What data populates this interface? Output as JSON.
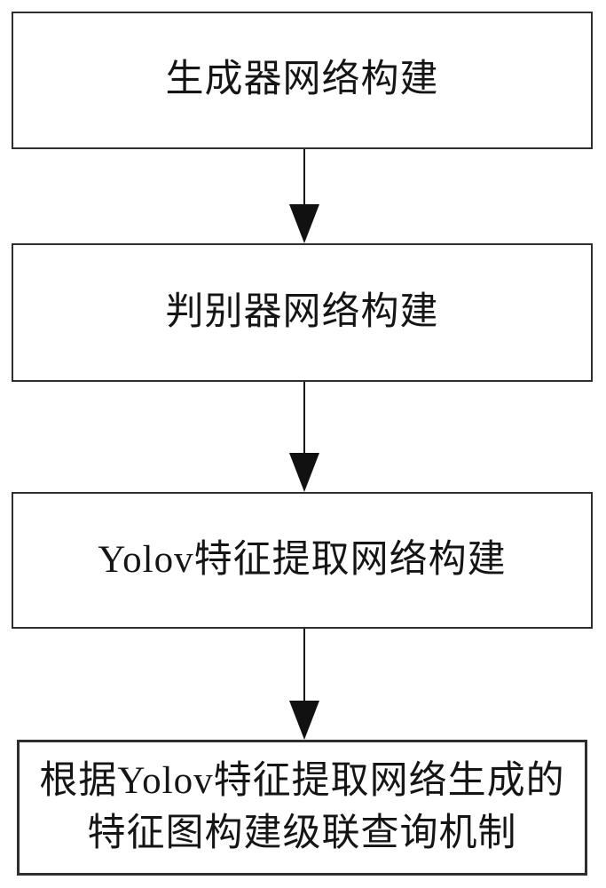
{
  "diagram": {
    "type": "flowchart",
    "direction": "top-down",
    "background_color": "#ffffff",
    "box_border_color": "#2e2e2e",
    "text_color": "#151515",
    "arrow_color": "#111111",
    "steps": [
      {
        "id": 1,
        "label": "生成器网络构建",
        "lines": [
          "生成器网络构建"
        ]
      },
      {
        "id": 2,
        "label": "判别器网络构建",
        "lines": [
          "判别器网络构建"
        ]
      },
      {
        "id": 3,
        "label": "Yolov特征提取网络构建",
        "lines": [
          "Yolov特征提取网络构建"
        ]
      },
      {
        "id": 4,
        "label": "根据Yolov特征提取网络生成的特征图构建级联查询机制",
        "lines": [
          "根据Yolov特征提取网络生成的",
          "特征图构建级联查询机制"
        ]
      }
    ],
    "connections": [
      {
        "from": 1,
        "to": 2
      },
      {
        "from": 2,
        "to": 3
      },
      {
        "from": 3,
        "to": 4
      }
    ]
  }
}
